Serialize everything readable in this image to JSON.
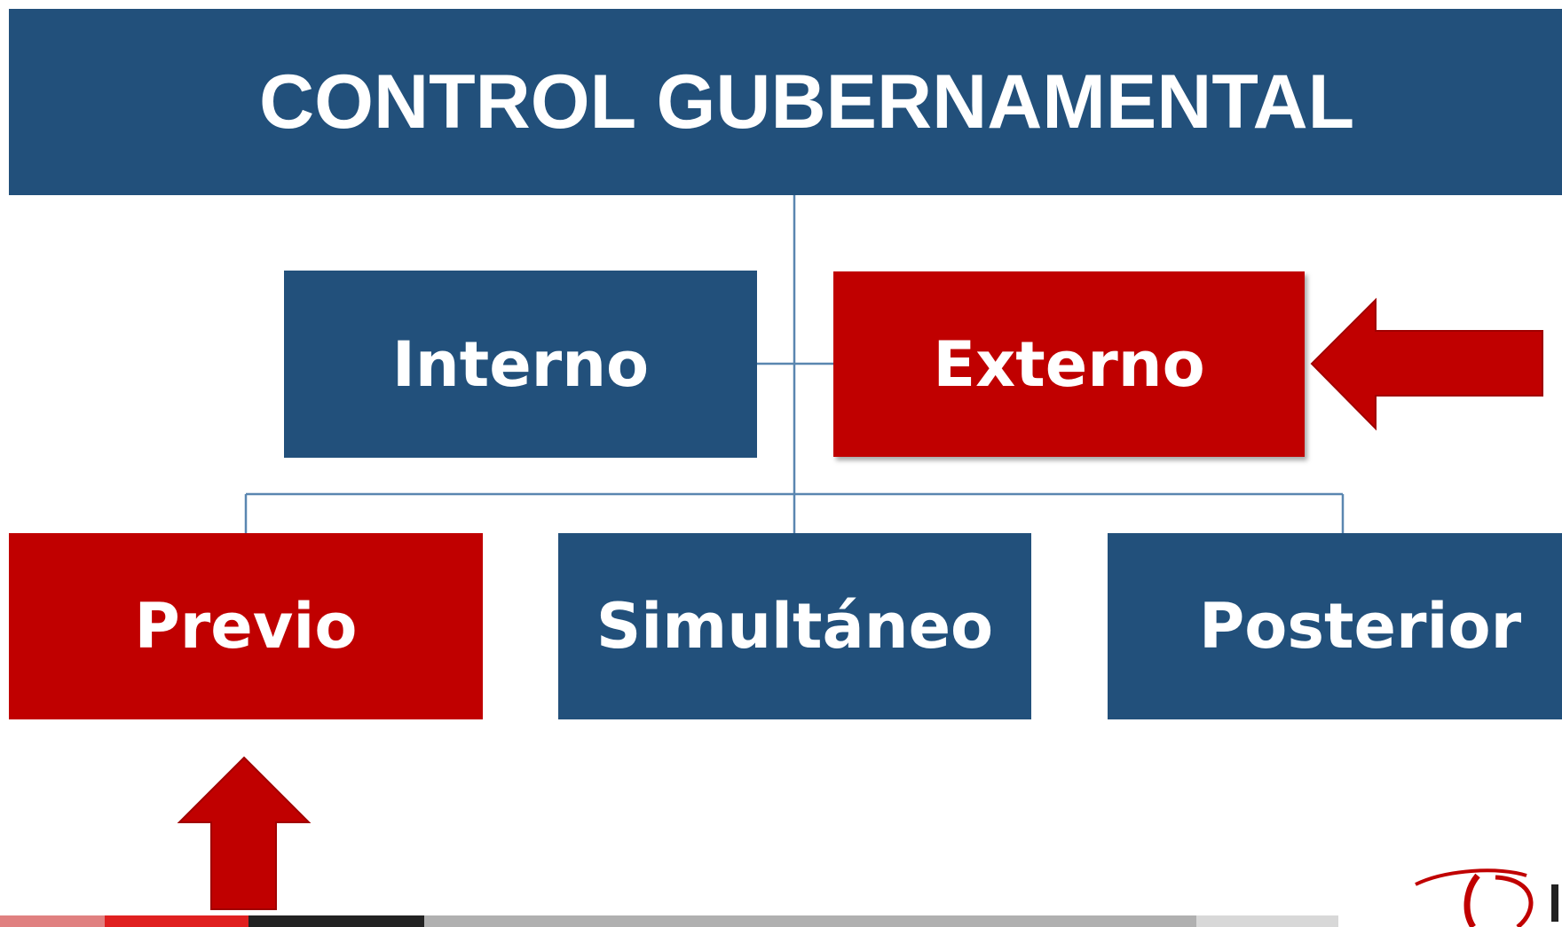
{
  "title": "CONTROL GUBERNAMENTAL",
  "level1": {
    "interno": "Interno",
    "externo": "Externo"
  },
  "level2": {
    "previo": "Previo",
    "simultaneo": "Simultáneo",
    "posterior": "Posterior"
  },
  "colors": {
    "blue": "#22507b",
    "red": "#c00000",
    "connector": "#5a86b0",
    "arrow": "#c00000"
  },
  "highlighted": [
    "Externo",
    "Previo"
  ],
  "arrows": {
    "right_arrow_points_to": "Externo",
    "up_arrow_points_to": "Previo"
  },
  "footer_strip_colors": [
    "#e08080",
    "#e02020",
    "#222222",
    "#b0b0b0",
    "#d8d8d8"
  ]
}
